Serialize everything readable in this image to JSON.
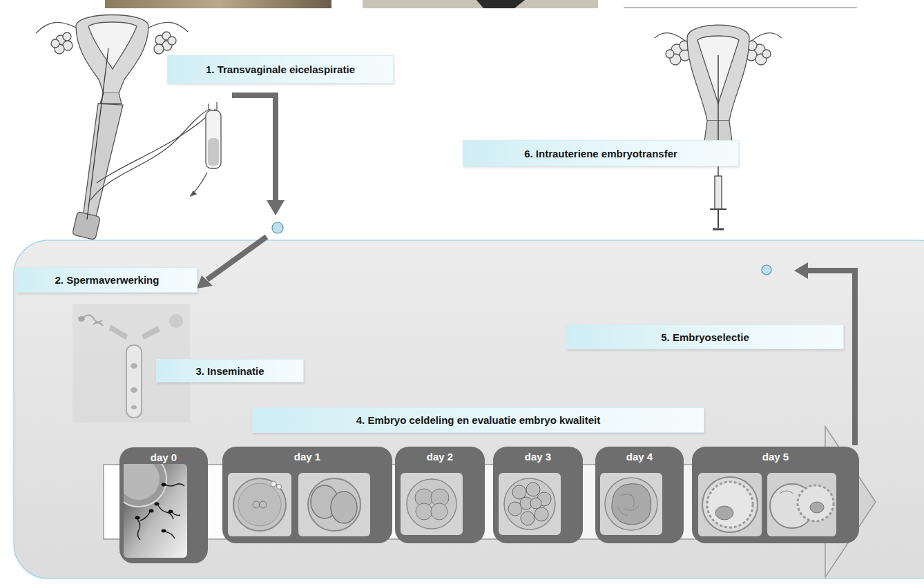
{
  "diagram": {
    "nodes": [
      {
        "text": [
          "1. Transvaginale eicelaspiratie"
        ]
      },
      {
        "text": [
          "6. Intrauteriene embryotransfer"
        ]
      },
      {
        "text": [
          "2. Spermaverwerking"
        ]
      },
      {
        "text": [
          "5. Embryoselectie"
        ]
      },
      {
        "text": [
          "3. Inseminatie"
        ]
      },
      {
        "text": [
          "4. Embryo celdeling en evaluatie embryo kwaliteit"
        ]
      },
      {
        "text": [
          "day 0"
        ]
      },
      {
        "text": [
          "day 1"
        ]
      },
      {
        "text": [
          "day 2"
        ]
      },
      {
        "text": [
          "day 3"
        ]
      },
      {
        "text": [
          "day 4"
        ]
      },
      {
        "text": [
          "day 5"
        ]
      }
    ]
  }
}
